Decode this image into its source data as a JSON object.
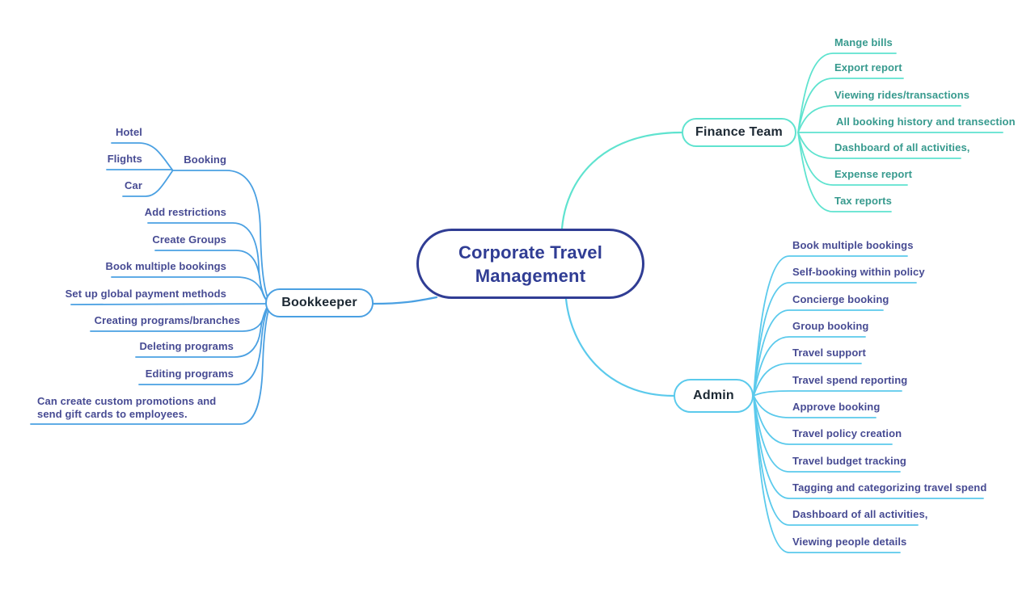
{
  "central": {
    "title": "Corporate Travel Management"
  },
  "branches": {
    "finance": {
      "label": "Finance Team",
      "children": [
        "Mange bills",
        "Export report",
        "Viewing rides/transactions",
        "All booking history and transection",
        "Dashboard of all activities,",
        "Expense report",
        "Tax reports"
      ]
    },
    "admin": {
      "label": "Admin",
      "children": [
        "Book multiple bookings",
        "Self-booking within policy",
        "Concierge booking",
        "Group booking",
        "Travel support",
        "Travel spend reporting",
        "Approve booking",
        "Travel policy creation",
        "Travel budget tracking",
        "Tagging and categorizing travel spend",
        "Dashboard of all activities,",
        "Viewing people details"
      ]
    },
    "bookkeeper": {
      "label": "Bookkeeper",
      "children": [
        "Booking",
        "Add restrictions",
        "Create Groups",
        "Book multiple bookings",
        "Set up global payment methods",
        "Creating programs/branches",
        "Deleting programs",
        "Editing programs",
        "Can create custom promotions and send gift cards to employees."
      ],
      "booking_children": [
        "Hotel",
        "Flights",
        "Car"
      ]
    }
  },
  "colors": {
    "central_accent": "#303d94",
    "finance_line": "#5fe3cf",
    "finance_text": "#379a8e",
    "admin_line": "#5bcaec",
    "bookkeeper_line": "#4aa0e2",
    "child_text": "#474b93",
    "node_text": "#1c2833"
  }
}
